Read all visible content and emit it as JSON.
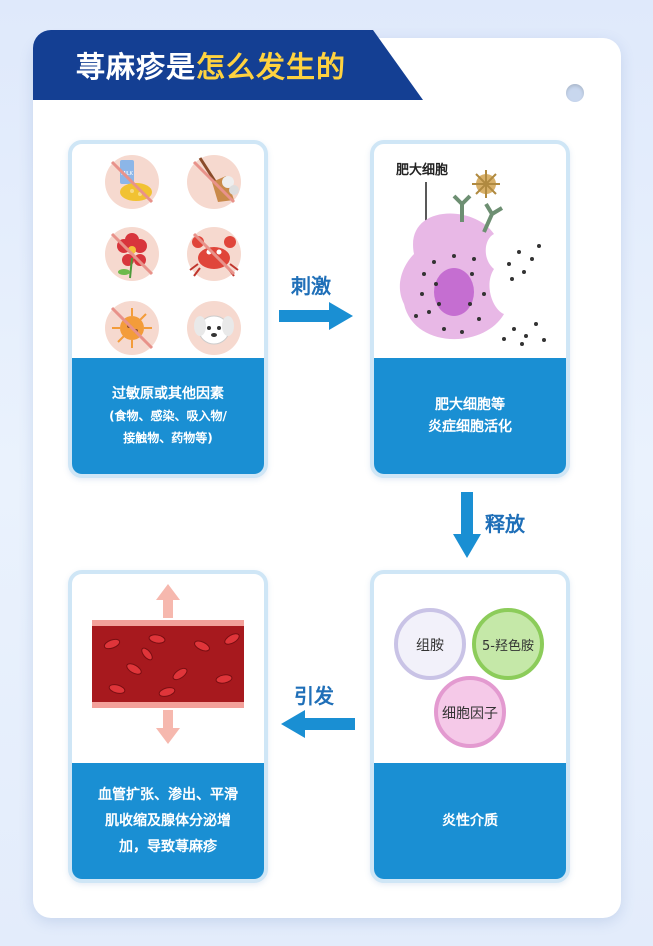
{
  "title": {
    "main": "荨麻疹是",
    "highlight": "怎么发生的"
  },
  "cards": {
    "allergen": {
      "line1": "过敏原或其他因素",
      "line2": "(食物、感染、吸入物/",
      "line3": "接触物、药物等)",
      "icon_label": "MILK"
    },
    "mast": {
      "image_label": "肥大细胞",
      "line1": "肥大细胞等",
      "line2": "炎症细胞活化"
    },
    "mediator": {
      "line1": "炎性介质",
      "bubbles": [
        "组胺",
        "5-羟色胺",
        "细胞因子"
      ]
    },
    "effect": {
      "line1": "血管扩张、渗出、平滑",
      "line2": "肌收缩及腺体分泌增",
      "line3": "加，导致荨麻疹"
    }
  },
  "arrows": {
    "stimulate": "刺激",
    "release": "释放",
    "trigger": "引发"
  },
  "colors": {
    "accent": "#1a8fd3",
    "title_bg": "#143f93",
    "highlight": "#ffd23f",
    "arrow": "#1a8fd3"
  }
}
